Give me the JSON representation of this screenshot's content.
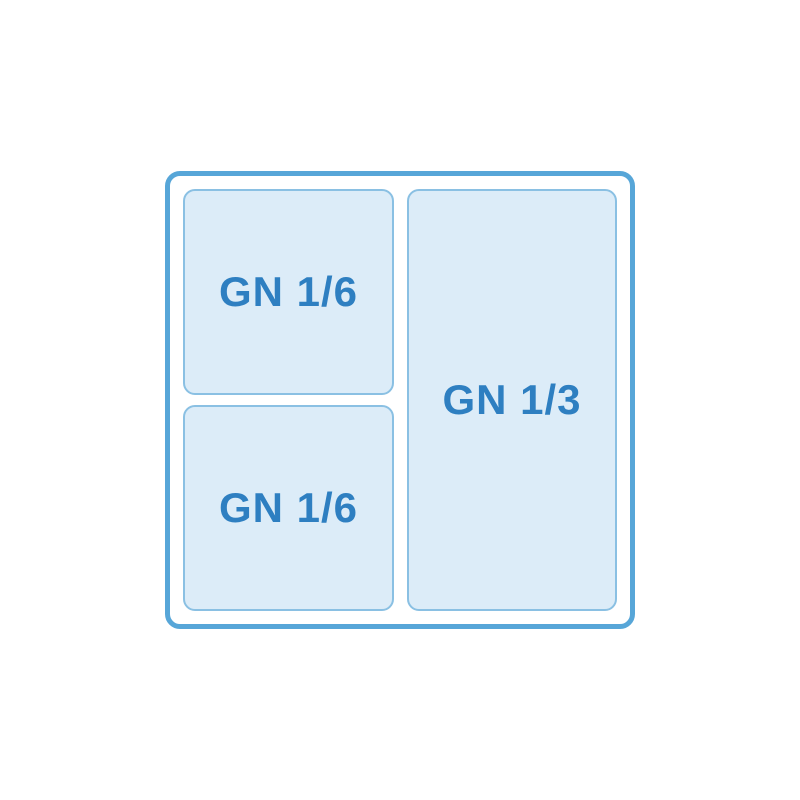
{
  "diagram": {
    "type": "gastronorm-tray-layout",
    "slots": [
      {
        "label": "GN 1/6",
        "position": "top-left"
      },
      {
        "label": "GN 1/6",
        "position": "bottom-left"
      },
      {
        "label": "GN 1/3",
        "position": "right"
      }
    ],
    "colors": {
      "background": "#ffffff",
      "tray_border": "#57a6d8",
      "slot_border": "#8ac0e3",
      "slot_fill": "#dcecf8",
      "label_text": "#2e7fc1"
    }
  }
}
